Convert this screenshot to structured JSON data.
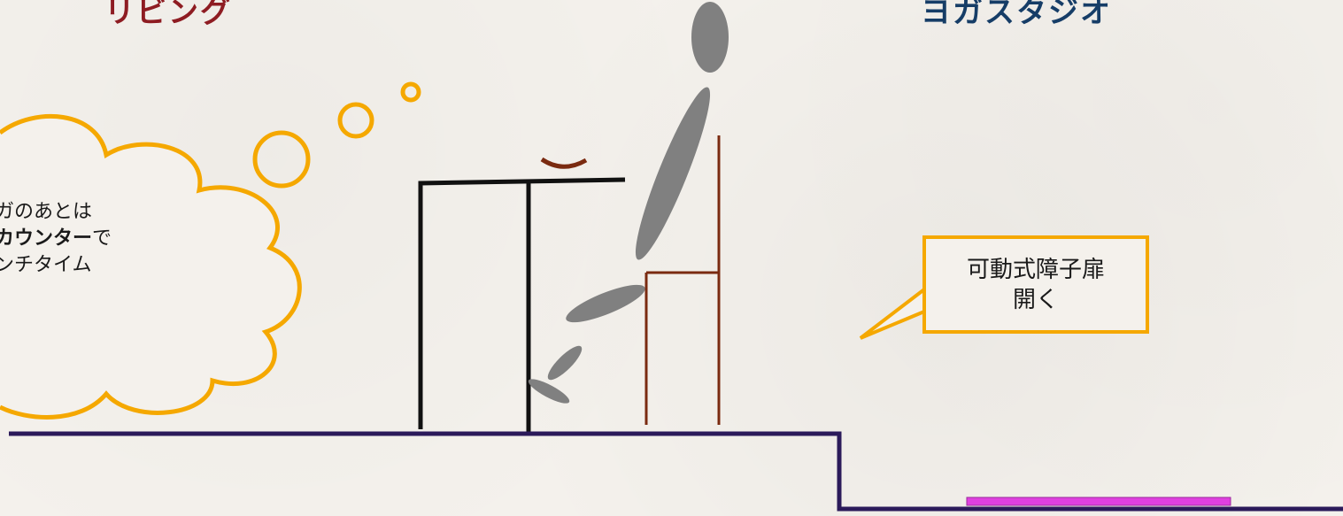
{
  "labels": {
    "left_title": "リビング",
    "right_title": "ヨガスタジオ"
  },
  "thought_bubble": {
    "line1": "ガのあとは",
    "line2_bold": "カウンター",
    "line2_suffix": "で",
    "line3": "ンチタイム"
  },
  "callout": {
    "line1": "可動式障子扉",
    "line2": "開く"
  },
  "colors": {
    "title_left": "#8e1c22",
    "title_right": "#163d67",
    "floor_line": "#2b1a5a",
    "bubble_stroke": "#f5a800",
    "figure": "#808080",
    "chair": "#7a2a10",
    "counter": "#111111",
    "door_marker": "#e040e0"
  }
}
